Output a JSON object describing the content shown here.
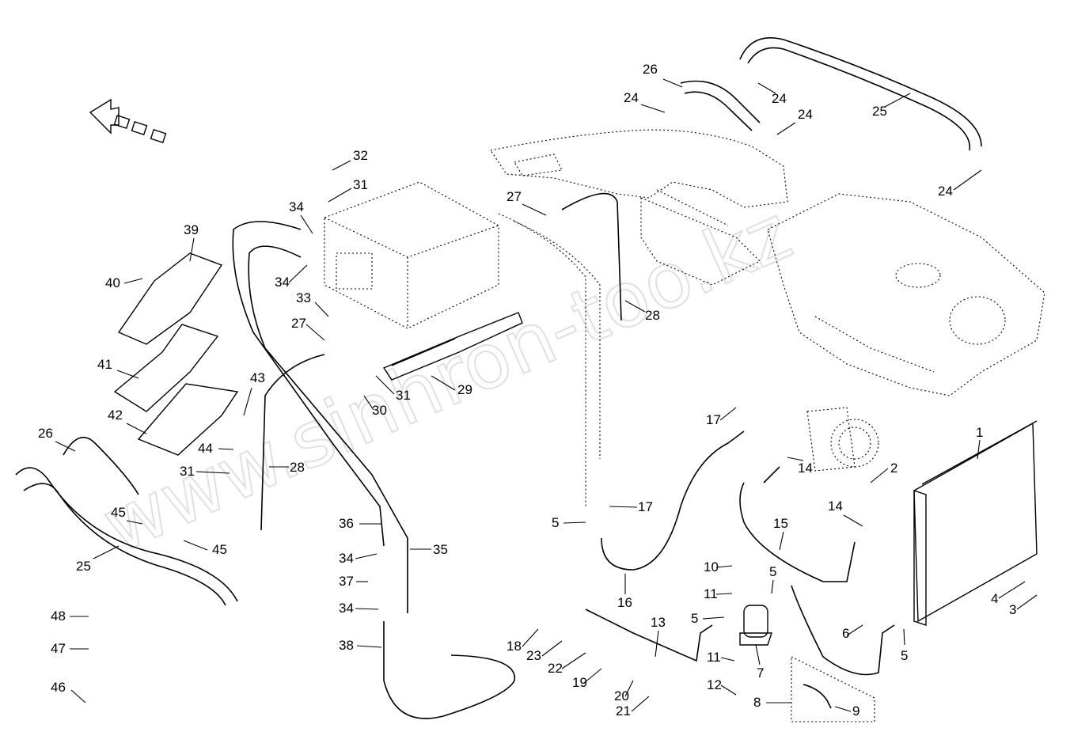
{
  "diagram": {
    "watermark": "www.sinhron-too.kz",
    "callouts": [
      {
        "id": "c1",
        "label": "1"
      },
      {
        "id": "c2",
        "label": "2"
      },
      {
        "id": "c3",
        "label": "3"
      },
      {
        "id": "c4",
        "label": "4"
      },
      {
        "id": "c5a",
        "label": "5"
      },
      {
        "id": "c5b",
        "label": "5"
      },
      {
        "id": "c5c",
        "label": "5"
      },
      {
        "id": "c5d",
        "label": "5"
      },
      {
        "id": "c6",
        "label": "6"
      },
      {
        "id": "c7",
        "label": "7"
      },
      {
        "id": "c8",
        "label": "8"
      },
      {
        "id": "c9",
        "label": "9"
      },
      {
        "id": "c10",
        "label": "10"
      },
      {
        "id": "c11a",
        "label": "11"
      },
      {
        "id": "c11b",
        "label": "11"
      },
      {
        "id": "c12",
        "label": "12"
      },
      {
        "id": "c13",
        "label": "13"
      },
      {
        "id": "c14a",
        "label": "14"
      },
      {
        "id": "c14b",
        "label": "14"
      },
      {
        "id": "c15",
        "label": "15"
      },
      {
        "id": "c16",
        "label": "16"
      },
      {
        "id": "c17a",
        "label": "17"
      },
      {
        "id": "c17b",
        "label": "17"
      },
      {
        "id": "c18",
        "label": "18"
      },
      {
        "id": "c19",
        "label": "19"
      },
      {
        "id": "c20",
        "label": "20"
      },
      {
        "id": "c21",
        "label": "21"
      },
      {
        "id": "c22",
        "label": "22"
      },
      {
        "id": "c23",
        "label": "23"
      },
      {
        "id": "c24a",
        "label": "24"
      },
      {
        "id": "c24b",
        "label": "24"
      },
      {
        "id": "c24c",
        "label": "24"
      },
      {
        "id": "c24d",
        "label": "24"
      },
      {
        "id": "c25a",
        "label": "25"
      },
      {
        "id": "c25b",
        "label": "25"
      },
      {
        "id": "c26a",
        "label": "26"
      },
      {
        "id": "c26b",
        "label": "26"
      },
      {
        "id": "c27a",
        "label": "27"
      },
      {
        "id": "c27b",
        "label": "27"
      },
      {
        "id": "c28a",
        "label": "28"
      },
      {
        "id": "c28b",
        "label": "28"
      },
      {
        "id": "c29",
        "label": "29"
      },
      {
        "id": "c30",
        "label": "30"
      },
      {
        "id": "c31a",
        "label": "31"
      },
      {
        "id": "c31b",
        "label": "31"
      },
      {
        "id": "c31c",
        "label": "31"
      },
      {
        "id": "c32",
        "label": "32"
      },
      {
        "id": "c33",
        "label": "33"
      },
      {
        "id": "c34a",
        "label": "34"
      },
      {
        "id": "c34b",
        "label": "34"
      },
      {
        "id": "c34c",
        "label": "34"
      },
      {
        "id": "c34d",
        "label": "34"
      },
      {
        "id": "c35",
        "label": "35"
      },
      {
        "id": "c36",
        "label": "36"
      },
      {
        "id": "c37",
        "label": "37"
      },
      {
        "id": "c38",
        "label": "38"
      },
      {
        "id": "c39",
        "label": "39"
      },
      {
        "id": "c40",
        "label": "40"
      },
      {
        "id": "c41",
        "label": "41"
      },
      {
        "id": "c42",
        "label": "42"
      },
      {
        "id": "c43",
        "label": "43"
      },
      {
        "id": "c44",
        "label": "44"
      },
      {
        "id": "c45a",
        "label": "45"
      },
      {
        "id": "c45b",
        "label": "45"
      },
      {
        "id": "c46",
        "label": "46"
      },
      {
        "id": "c47",
        "label": "47"
      },
      {
        "id": "c48",
        "label": "48"
      }
    ]
  }
}
